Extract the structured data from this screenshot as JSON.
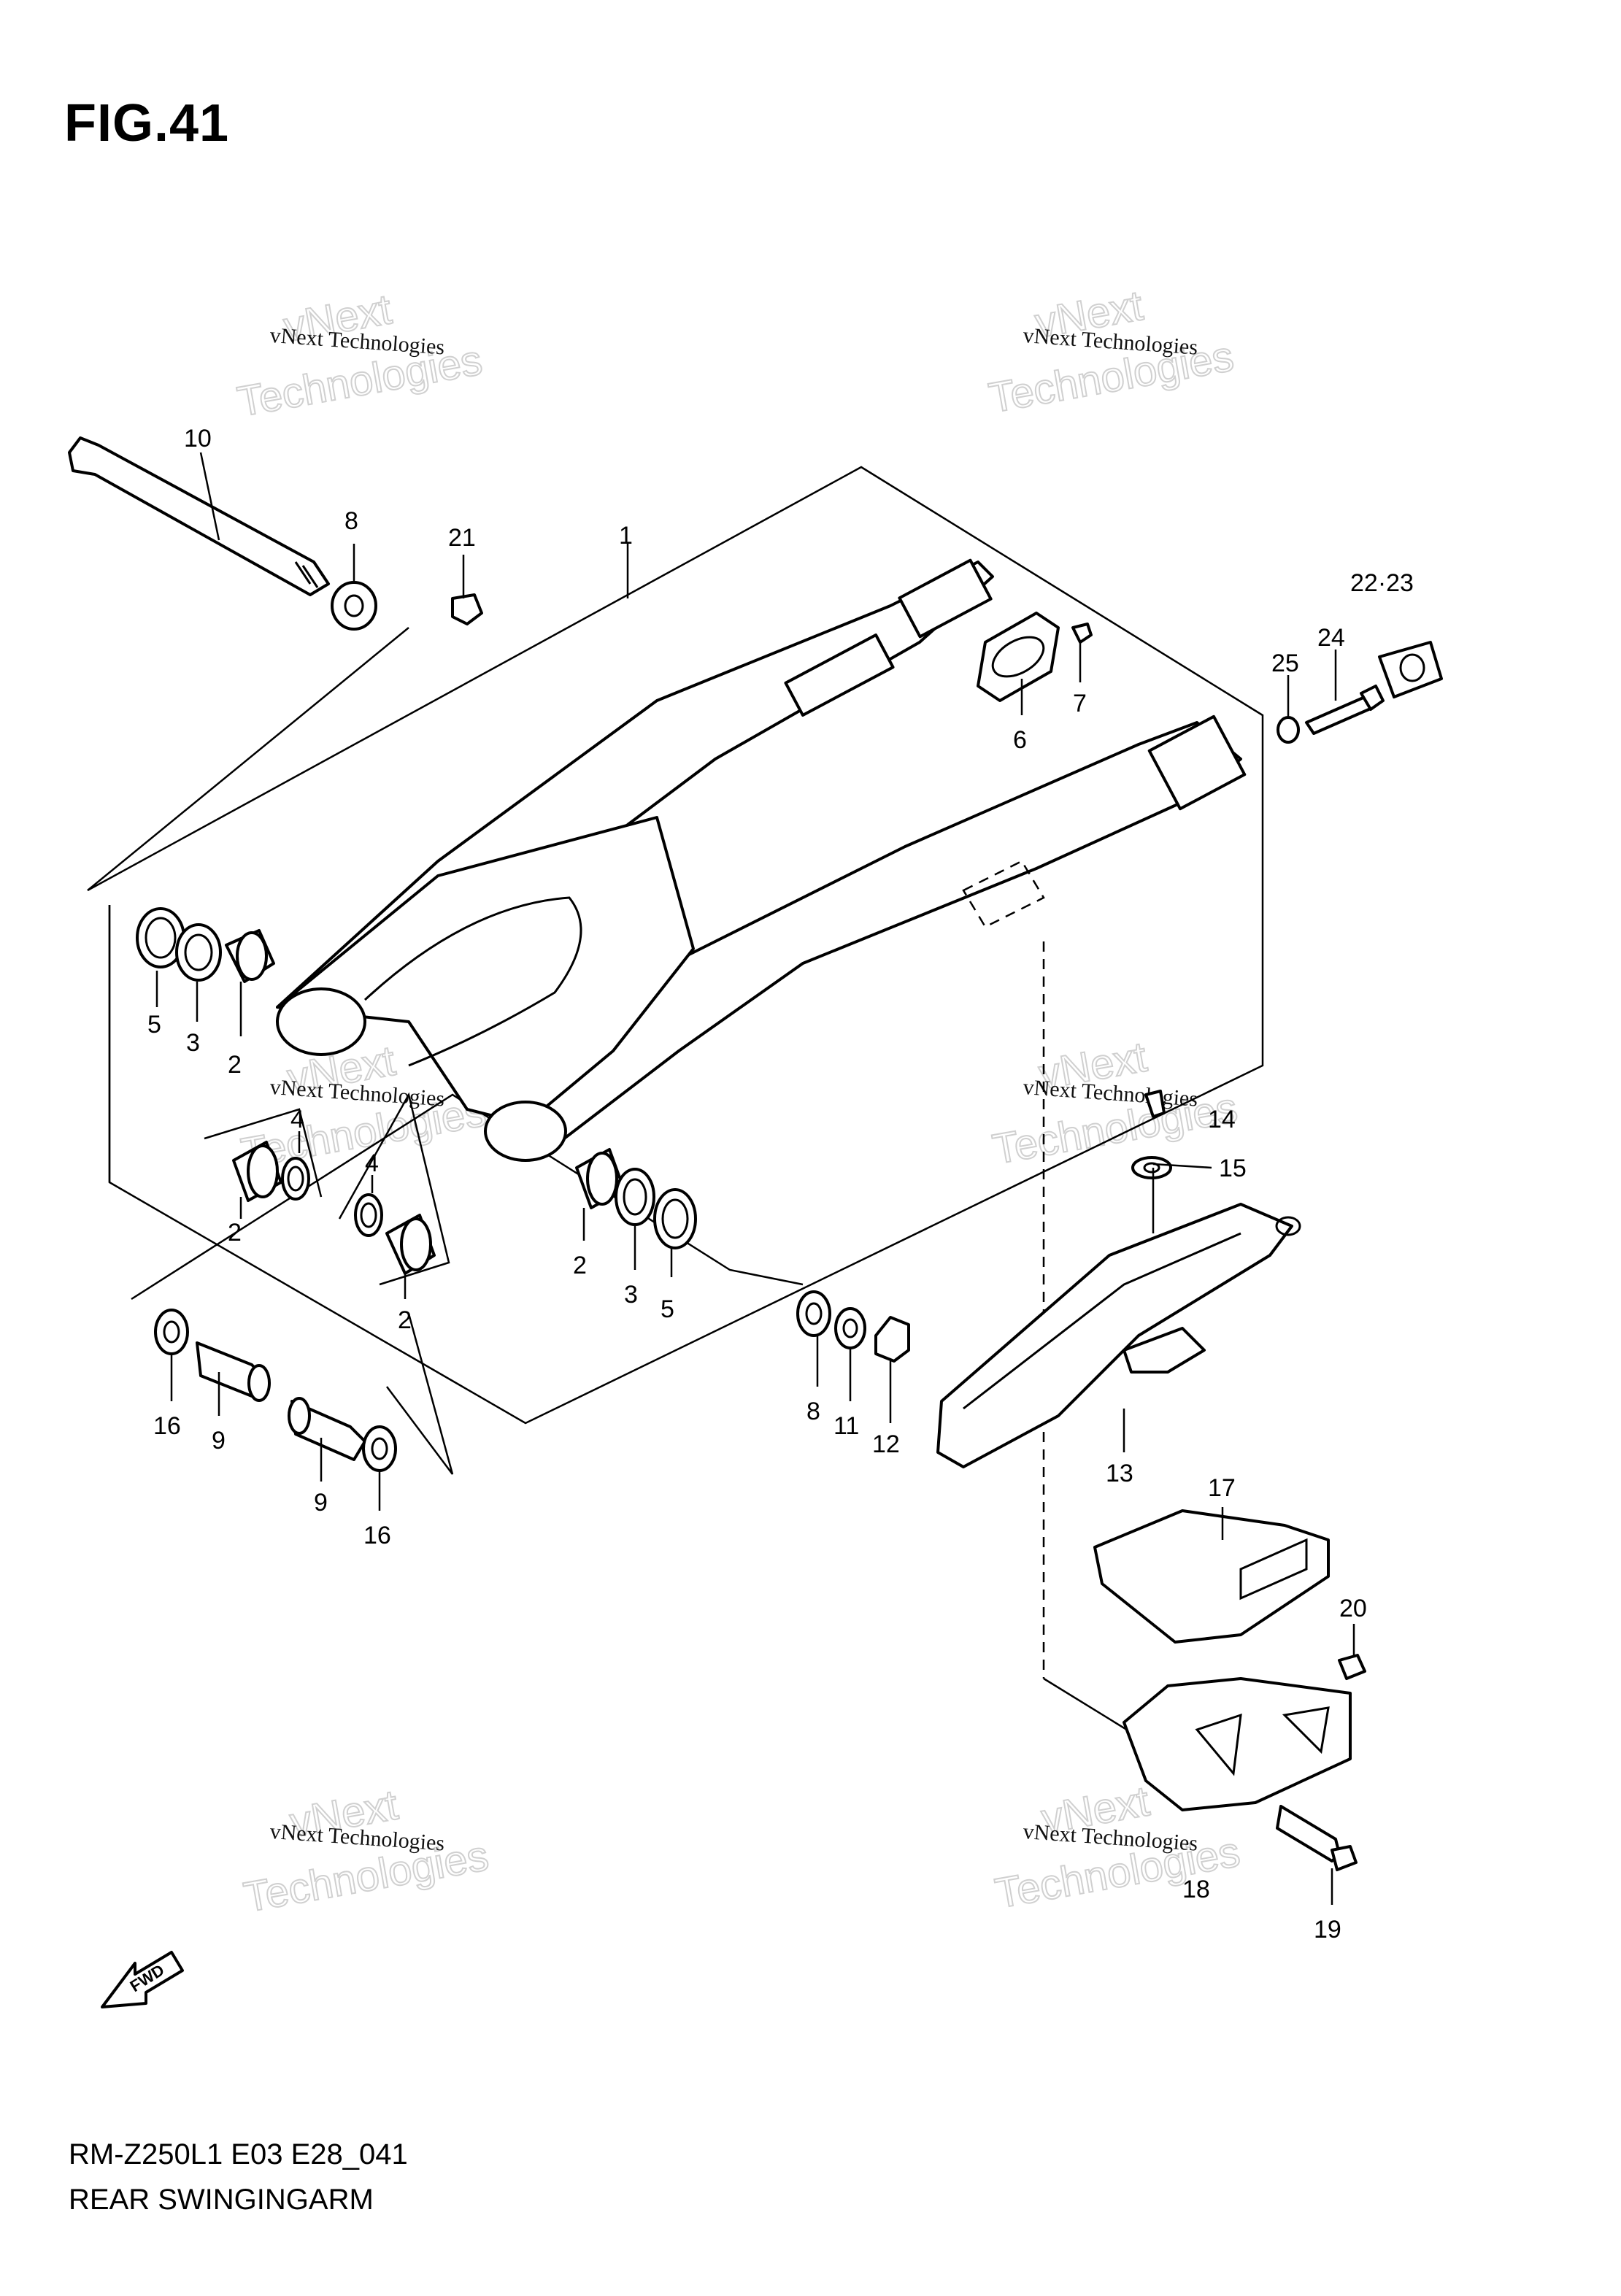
{
  "figure": {
    "title": "FIG.41",
    "model_code": "RM-Z250L1 E03 E28_041",
    "name": "REAR SWINGINGARM"
  },
  "watermark": {
    "small": "vNext Technologies",
    "big_line1": "vNext",
    "big_line2": "Technologies"
  },
  "fwd_label": "FWD",
  "callouts": {
    "p1": "1",
    "p2a": "2",
    "p2b": "2",
    "p2c": "2",
    "p2d": "2",
    "p3a": "3",
    "p3b": "3",
    "p4a": "4",
    "p4b": "4",
    "p5a": "5",
    "p5b": "5",
    "p6": "6",
    "p7": "7",
    "p8a": "8",
    "p8b": "8",
    "p9a": "9",
    "p9b": "9",
    "p10": "10",
    "p11": "11",
    "p12": "12",
    "p13": "13",
    "p14": "14",
    "p15": "15",
    "p16a": "16",
    "p16b": "16",
    "p17": "17",
    "p18": "18",
    "p19": "19",
    "p20": "20",
    "p21": "21",
    "p22_23": "22·23",
    "p24": "24",
    "p25": "25"
  }
}
